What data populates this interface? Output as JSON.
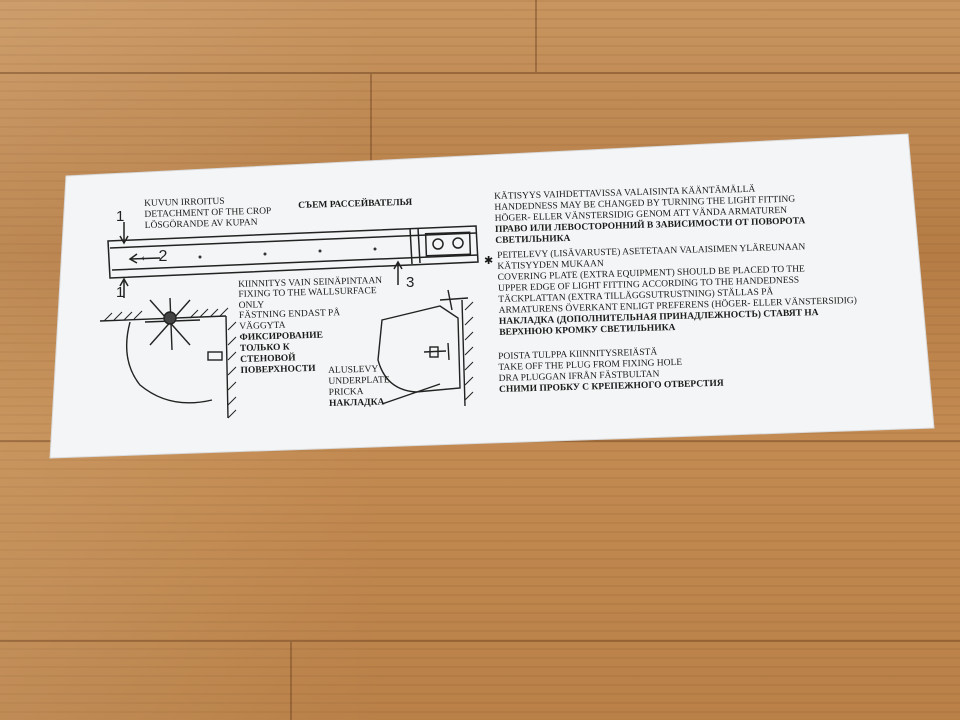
{
  "instructions": {
    "top_left": {
      "fi": "KUVUN IRROITUS",
      "en": "DETACHMENT OF THE CROP",
      "sv": "LÖSGÖRANDE AV KUPAN",
      "ru": "СЪЕМ РАССЕЙВАТЕЛЬЯ"
    },
    "numbers": {
      "n1_top": "1",
      "n2": "← 2",
      "n1_bottom": "1",
      "n3": "3"
    },
    "fixing": {
      "fi": "KIINNITYS VAIN SEINÄPINTAAN",
      "en": "FIXING TO THE WALLSURFACE",
      "en2": "ONLY",
      "sv1": "FÄSTNING ENDAST PÅ",
      "sv2": "VÄGGYTA",
      "ru1": "ФИКСИРОВАНИЕ",
      "ru2": "ТОЛЬКО К",
      "ru3": "СТЕНОВОЙ",
      "ru4": "ПОВЕРХНОСТИ"
    },
    "underplate": {
      "fi": "ALUSLEVY",
      "en": "UNDERPLATE",
      "sv": "PRICKA",
      "ru": "НАКЛАДКА"
    },
    "handedness": {
      "l1": "KÄTISYYS VAIHDETTAVISSA VALAISINTA KÄÄNTÄMÄLLÄ",
      "l2": "HANDEDNESS MAY BE CHANGED BY TURNING THE LIGHT FITTING",
      "l3": "HÖGER- ELLER VÄNSTERSIDIG GENOM ATT VÄNDA ARMATUREN",
      "l4": "ПРАВО ИЛИ ЛЕВОСТОРОННИЙ В ЗАВИСИМОСТИ ОТ ПОВОРОТА",
      "l5": "СВЕТИЛЬНИКА"
    },
    "covering": {
      "l1": "PEITELEVY (LISÄVARUSTE) ASETETAAN VALAISIMEN YLÄREUNAAN",
      "l2": "KÄTISYYDEN MUKAAN",
      "l3": "COVERING PLATE (EXTRA EQUIPMENT) SHOULD BE  PLACED TO THE",
      "l4": "UPPER EDGE OF LIGHT FITTING ACCORDING TO THE HANDEDNESS",
      "l5": "TÄCKPLATTAN (EXTRA TILLÄGGSUTRUSTNING) STÄLLAS PÅ",
      "l6": "ARMATURENS ÖVERKANT ENLIGT PREFERENS (HÖGER- ELLER VÄNSTERSIDIG)",
      "l7": "НАКЛАДКА (ДОПОЛНИТЕЛЬНАЯ ПРИНАДЛЕЖНОСТЬ) СТАВЯТ НА",
      "l8": "ВЕРХНЮЮ КРОМКУ СВЕТИЛЬНИКА"
    },
    "plug": {
      "l1": "POISTA TULPPA KIINNITYSREIÄSTÄ",
      "l2": "TAKE OFF THE PLUG FROM FIXING HOLE",
      "l3": "DRA PLUGGAN IFRÅN FÄSTBULTAN",
      "l4": "СНИМИ ПРОБКУ С КРЕПЕЖНОГО ОТВЕРСТИЯ"
    }
  },
  "colors": {
    "paper": "#f4f5f6",
    "ink": "#1b1b1b",
    "wood": "#b9824a"
  }
}
